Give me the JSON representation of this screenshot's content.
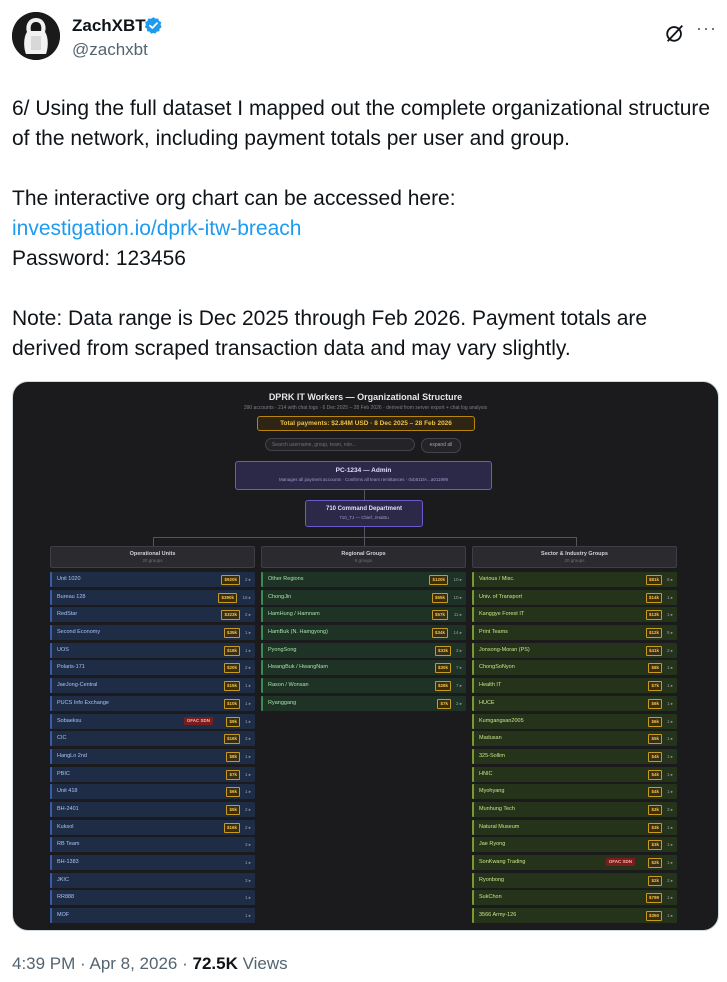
{
  "author": {
    "name": "ZachXBT",
    "handle": "@zachxbt"
  },
  "tweet": {
    "line1": "6/ Using the full dataset I mapped out the complete organizational structure of the network, including payment totals per user and group.",
    "line2": "The interactive org chart can be accessed here:",
    "link": "investigation.io/dprk-itw-breach",
    "password": "Password: 123456",
    "note": "Note: Data range is Dec 2025 through Feb 2026. Payment totals are derived from scraped transaction data and may vary slightly."
  },
  "footer": {
    "time": "4:39 PM · Apr 8, 2026 · ",
    "views": "72.5K",
    "views_label": " Views"
  },
  "icons": {
    "verified": "verified-badge-icon",
    "grok": "grok-icon",
    "more": "more-icon"
  },
  "colors": {
    "accent": "#1d9bf0",
    "media_bg": "#1b1b1e"
  },
  "media": {
    "title": "DPRK IT Workers — Organizational Structure",
    "subtitle": "390 accounts · 214 with chat logs · 6 Dec 2025 – 28 Feb 2026 · derived from server export + chat log analysis",
    "total": "Total payments: $2.84M USD · 8 Dec 2025 – 28 Feb 2026",
    "search_placeholder": "Search username, group, team, role...",
    "expand_label": "expand all",
    "admin": {
      "title": "PC-1234 — Admin",
      "sub": "Manages all payment accounts · Confirms all team remittances · 0xb51DA...a011999"
    },
    "dept": {
      "title": "710 Command Department",
      "sub": "710_TJ — Chief, JHuiBu"
    },
    "columns": [
      {
        "title": "Operational Units",
        "sub": "20 groups",
        "color": "blue",
        "rows": [
          {
            "name": "Unit 1020",
            "amount": "$920k",
            "count": "2 ▸"
          },
          {
            "name": "Bureau 128",
            "amount": "$390k",
            "count": "16 ▸"
          },
          {
            "name": "RedStar",
            "amount": "$323k",
            "count": "2 ▸"
          },
          {
            "name": "Second Economy",
            "amount": "$35k",
            "count": "1 ▸"
          },
          {
            "name": "UOS",
            "amount": "$18k",
            "count": "1 ▸"
          },
          {
            "name": "Polaris-171",
            "amount": "$20k",
            "count": "2 ▸"
          },
          {
            "name": "JaeJong-Central",
            "amount": "$15k",
            "count": "1 ▸"
          },
          {
            "name": "PUCS Info Exchange",
            "amount": "$10k",
            "count": "1 ▸"
          },
          {
            "name": "Sobaeksu",
            "amount": "$9k",
            "ofac": "OFAC SDN",
            "count": "1 ▸"
          },
          {
            "name": "CIC",
            "amount": "$16k",
            "count": "3 ▸"
          },
          {
            "name": "HangLo 2nd",
            "amount": "$8k",
            "count": "1 ▸"
          },
          {
            "name": "PBIC",
            "amount": "$7k",
            "count": "1 ▸"
          },
          {
            "name": "Unit 418",
            "amount": "$6k",
            "count": "1 ▸"
          },
          {
            "name": "BH-2401",
            "amount": "$5k",
            "count": "2 ▸"
          },
          {
            "name": "Kuksol",
            "amount": "$16k",
            "count": "2 ▸"
          },
          {
            "name": "RB Team",
            "amount": "",
            "count": "3 ▸"
          },
          {
            "name": "BH-1383",
            "amount": "",
            "count": "1 ▸"
          },
          {
            "name": "JKIC",
            "amount": "",
            "count": "3 ▸"
          },
          {
            "name": "RR888",
            "amount": "",
            "count": "1 ▸"
          },
          {
            "name": "MOF",
            "amount": "",
            "count": "1 ▸"
          }
        ]
      },
      {
        "title": "Regional Groups",
        "sub": "8 groups",
        "color": "green",
        "rows": [
          {
            "name": "Other Regions",
            "amount": "$120k",
            "count": "10 ▸"
          },
          {
            "name": "ChongJin",
            "amount": "$55k",
            "count": "10 ▸"
          },
          {
            "name": "HamHung / Hamnam",
            "amount": "$57k",
            "count": "11 ▸"
          },
          {
            "name": "HamBuk (N. Hamgyong)",
            "amount": "$34k",
            "count": "14 ▸"
          },
          {
            "name": "PyongSong",
            "amount": "$33k",
            "count": "3 ▸"
          },
          {
            "name": "HwangBuk / HwangNam",
            "amount": "$30k",
            "count": "7 ▸"
          },
          {
            "name": "Rason / Wonsan",
            "amount": "$28k",
            "count": "7 ▸"
          },
          {
            "name": "Ryanggang",
            "amount": "$7k",
            "count": "2 ▸"
          }
        ]
      },
      {
        "title": "Sector & Industry Groups",
        "sub": "20 groups",
        "color": "lime",
        "rows": [
          {
            "name": "Various / Misc.",
            "amount": "$81k",
            "count": "6 ▸"
          },
          {
            "name": "Univ. of Transport",
            "amount": "$14k",
            "count": "1 ▸"
          },
          {
            "name": "Kanggye Forest IT",
            "amount": "$13k",
            "count": "1 ▸"
          },
          {
            "name": "Print Teams",
            "amount": "$12k",
            "count": "5 ▸"
          },
          {
            "name": "Jonsong-Moran (PS)",
            "amount": "$41k",
            "count": "2 ▸"
          },
          {
            "name": "ChongSoNyon",
            "amount": "$8k",
            "count": "1 ▸"
          },
          {
            "name": "Health IT",
            "amount": "$7k",
            "count": "1 ▸"
          },
          {
            "name": "HUCE",
            "amount": "$6k",
            "count": "1 ▸"
          },
          {
            "name": "Kumgangsan2005",
            "amount": "$6k",
            "count": "1 ▸"
          },
          {
            "name": "Madusan",
            "amount": "$5k",
            "count": "1 ▸"
          },
          {
            "name": "325-Sollim",
            "amount": "$4k",
            "count": "1 ▸"
          },
          {
            "name": "HNIC",
            "amount": "$4k",
            "count": "1 ▸"
          },
          {
            "name": "Myohyang",
            "amount": "$4k",
            "count": "1 ▸"
          },
          {
            "name": "Munhung Tech",
            "amount": "$3k",
            "count": "3 ▸"
          },
          {
            "name": "Natural Museum",
            "amount": "$3k",
            "count": "1 ▸"
          },
          {
            "name": "Jae Ryong",
            "amount": "$3k",
            "count": "1 ▸"
          },
          {
            "name": "SonKwang Trading",
            "amount": "$2k",
            "ofac": "OFAC SDN",
            "count": "1 ▸"
          },
          {
            "name": "Ryonbong",
            "amount": "$2k",
            "count": "2 ▸"
          },
          {
            "name": "SukChon",
            "amount": "$799",
            "count": "1 ▸"
          },
          {
            "name": "3566 Army-126",
            "amount": "$350",
            "count": "1 ▸"
          }
        ]
      }
    ]
  }
}
